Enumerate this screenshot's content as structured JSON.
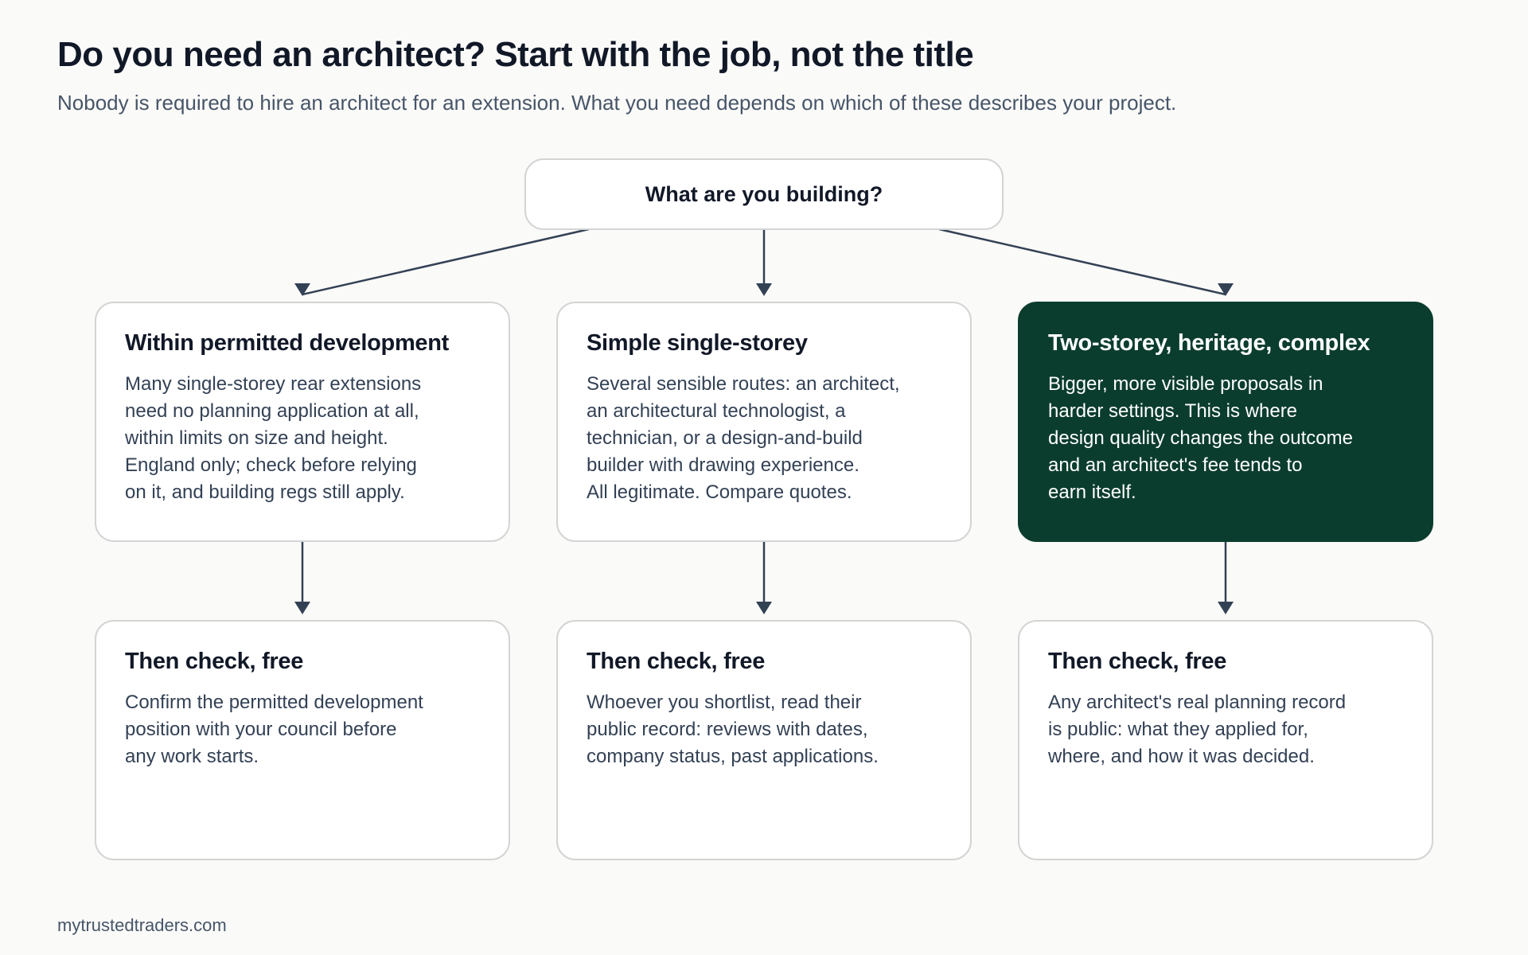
{
  "title": "Do you need an architect? Start with the job, not the title",
  "subtitle": "Nobody is required to hire an architect for an extension. What you need depends on which of these describes your project.",
  "root": {
    "label": "What are you building?"
  },
  "options": [
    {
      "heading": "Within permitted development",
      "body": "Many single-storey rear extensions\nneed no planning application at all,\nwithin limits on size and height.\nEngland only; check before relying\non it, and building regs still apply.",
      "highlighted": false,
      "followup": {
        "heading": "Then check, free",
        "body": "Confirm the permitted development\nposition with your council before\nany work starts."
      }
    },
    {
      "heading": "Simple single-storey",
      "body": "Several sensible routes: an architect,\nan architectural technologist, a\ntechnician, or a design-and-build\nbuilder with drawing experience.\nAll legitimate. Compare quotes.",
      "highlighted": false,
      "followup": {
        "heading": "Then check, free",
        "body": "Whoever you shortlist, read their\npublic record: reviews with dates,\ncompany status, past applications."
      }
    },
    {
      "heading": "Two-storey, heritage, complex",
      "body": "Bigger, more visible proposals in\nharder settings. This is where\ndesign quality changes the outcome\nand an architect's fee tends to\nearn itself.",
      "highlighted": true,
      "followup": {
        "heading": "Then check, free",
        "body": "Any architect's real planning record\nis public: what they applied for,\nwhere, and how it was decided."
      }
    }
  ],
  "colors": {
    "highlight": "#0b3d2e",
    "connector": "#334155"
  },
  "footer": "mytrustedtraders.com"
}
